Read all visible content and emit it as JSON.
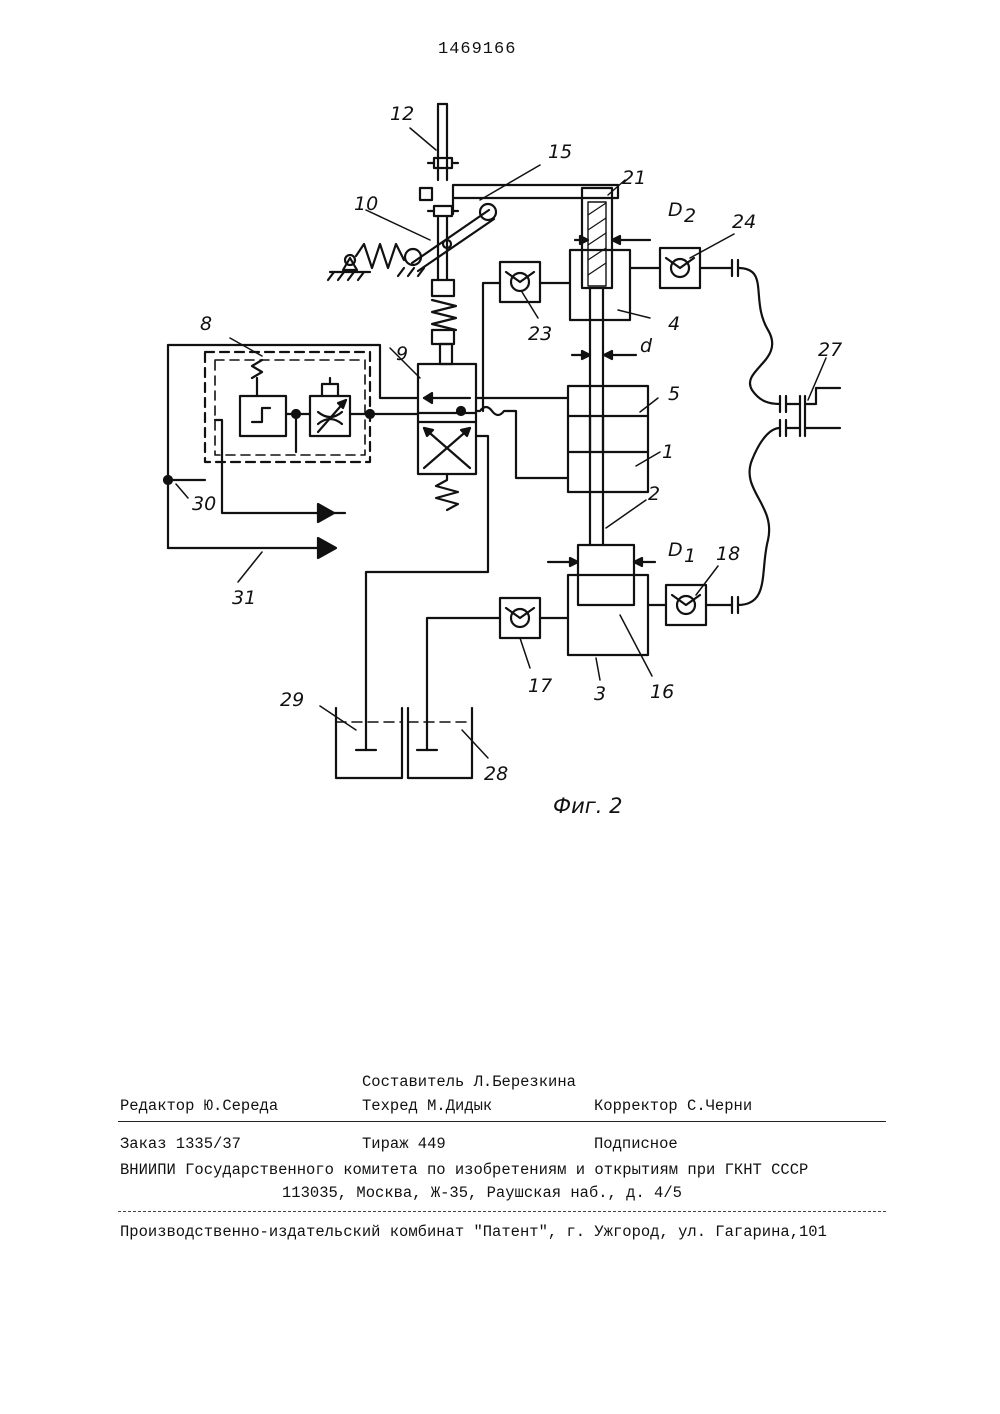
{
  "patent_number": "1469166",
  "figure": {
    "caption": "Фиг. 2",
    "labels": {
      "l1": "1",
      "l2": "2",
      "l3": "3",
      "l4": "4",
      "l5": "5",
      "l8": "8",
      "l9": "9",
      "l10": "10",
      "l12": "12",
      "l15": "15",
      "l16": "16",
      "l17": "17",
      "l18": "18",
      "l21": "21",
      "l23": "23",
      "l24": "24",
      "l27": "27",
      "l28": "28",
      "l29": "29",
      "l30": "30",
      "l31": "31",
      "d": "d",
      "D1": "D",
      "D1_sub": "1",
      "D2": "D",
      "D2_sub": "2"
    }
  },
  "imprint": {
    "compiler": "Составитель Л.Березкина",
    "editor": "Редактор Ю.Середа",
    "techred": "Техред  М.Дидык",
    "corrector": "Корректор С.Черни",
    "order": "Заказ 1335/37",
    "circulation": "Тираж 449",
    "subscription": "Подписное",
    "institute_line": "ВНИИПИ Государственного комитета по изобретениям и открытиям при ГКНТ СССР",
    "address_line": "113035, Москва, Ж-35, Раушская наб., д. 4/5",
    "publisher_line": "Производственно-издательский комбинат \"Патент\", г. Ужгород, ул. Гагарина,101"
  }
}
